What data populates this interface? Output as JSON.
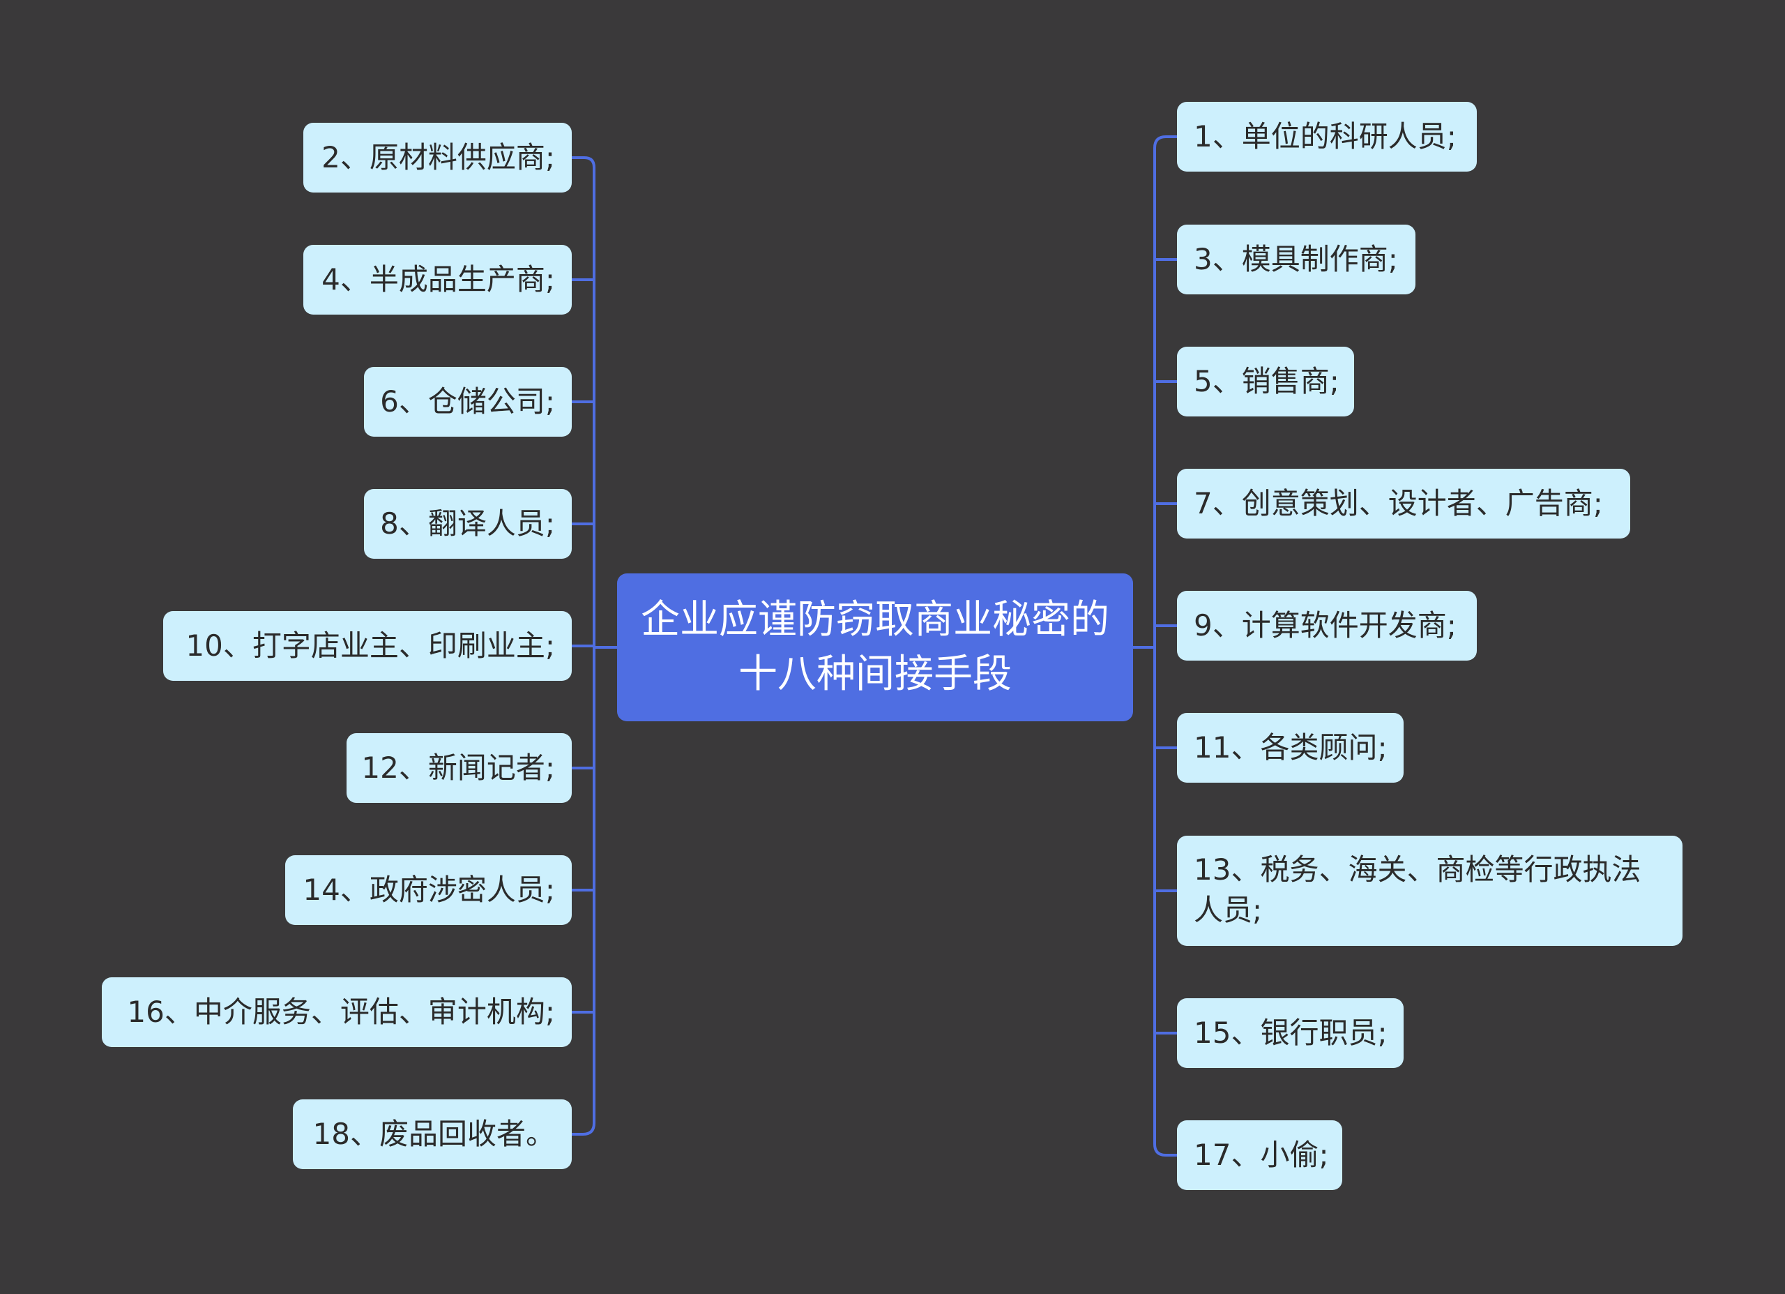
{
  "center": {
    "title": "企业应谨防窃取商业秘密的十八种间接手段"
  },
  "left_branches": [
    {
      "id": "n2",
      "label": "2、原材料供应商;"
    },
    {
      "id": "n4",
      "label": "4、半成品生产商;"
    },
    {
      "id": "n6",
      "label": "6、仓储公司;"
    },
    {
      "id": "n8",
      "label": "8、翻译人员;"
    },
    {
      "id": "n10",
      "label": "10、打字店业主、印刷业主;"
    },
    {
      "id": "n12",
      "label": "12、新闻记者;"
    },
    {
      "id": "n14",
      "label": "14、政府涉密人员;"
    },
    {
      "id": "n16",
      "label": "16、中介服务、评估、审计机构;"
    },
    {
      "id": "n18",
      "label": "18、废品回收者。"
    }
  ],
  "right_branches": [
    {
      "id": "n1",
      "label": "1、单位的科研人员;"
    },
    {
      "id": "n3",
      "label": "3、模具制作商;"
    },
    {
      "id": "n5",
      "label": "5、销售商;"
    },
    {
      "id": "n7",
      "label": "7、创意策划、设计者、广告商;"
    },
    {
      "id": "n9",
      "label": "9、计算软件开发商;"
    },
    {
      "id": "n11",
      "label": "11、各类顾问;"
    },
    {
      "id": "n13",
      "label": "13、税务、海关、商检等行政执法人员;"
    },
    {
      "id": "n15",
      "label": "15、银行职员;"
    },
    {
      "id": "n17",
      "label": "17、小偷;"
    }
  ],
  "colors": {
    "background": "#3a393a",
    "center_fill": "#4f6ee2",
    "node_fill": "#cdf0fd",
    "connector": "#4f6ee2"
  }
}
